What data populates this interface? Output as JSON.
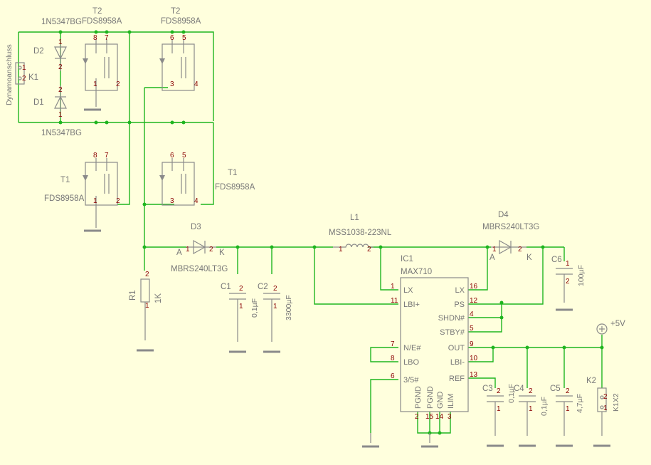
{
  "components": {
    "d2": {
      "ref": "D2",
      "value": "1N5347BG",
      "pin1": "1",
      "pin2": "2"
    },
    "d1": {
      "ref": "D1",
      "value": "1N5347BG",
      "pin1": "1",
      "pin2": "2"
    },
    "k1": {
      "ref": "K1",
      "value": "Dynamoanschluss",
      "pin1": "1",
      "pin2": "2"
    },
    "t2a": {
      "ref": "T2",
      "value": "FDS8958A",
      "pins": [
        "8",
        "7",
        "1",
        "2"
      ]
    },
    "t2b": {
      "ref": "T2",
      "value": "FDS8958A",
      "pins": [
        "6",
        "5",
        "3",
        "4"
      ]
    },
    "t1a": {
      "ref": "T1",
      "value": "FDS8958A",
      "pins": [
        "8",
        "7",
        "1",
        "2"
      ]
    },
    "t1b": {
      "ref": "T1",
      "value": "FDS8958A",
      "pins": [
        "6",
        "5",
        "3",
        "4"
      ]
    },
    "d3": {
      "ref": "D3",
      "value": "MBRS240LT3G",
      "anode": "A",
      "cathode": "K",
      "pin1": "1",
      "pin2": "2"
    },
    "d4": {
      "ref": "D4",
      "value": "MBRS240LT3G",
      "anode": "A",
      "cathode": "K",
      "pin1": "1",
      "pin2": "2"
    },
    "r1": {
      "ref": "R1",
      "value": "1K",
      "pin1": "1",
      "pin2": "2"
    },
    "c1": {
      "ref": "C1",
      "value": "0,1µF",
      "pin1": "1",
      "pin2": "2"
    },
    "c2": {
      "ref": "C2",
      "value": "3300µF",
      "pin1": "1",
      "pin2": "2"
    },
    "l1": {
      "ref": "L1",
      "value": "MSS1038-223NL",
      "pin1": "1",
      "pin2": "2"
    },
    "c6": {
      "ref": "C6",
      "value": "100µF",
      "pin1": "1",
      "pin2": "2"
    },
    "c3": {
      "ref": "C3",
      "value": "0,1µF",
      "pin1": "1",
      "pin2": "2"
    },
    "c4": {
      "ref": "C4",
      "value": "0,1µF",
      "pin1": "1",
      "pin2": "2"
    },
    "c5": {
      "ref": "C5",
      "value": "4,7µF",
      "pin1": "1",
      "pin2": "2"
    },
    "k2": {
      "ref": "K2",
      "value": "K1X2",
      "pin1": "1",
      "pin2": "2"
    }
  },
  "ic1": {
    "ref": "IC1",
    "value": "MAX710",
    "left_pins": [
      {
        "name": "LX",
        "num": "1"
      },
      {
        "name": "LBI+",
        "num": "11"
      },
      {
        "name": "N/E#",
        "num": "7"
      },
      {
        "name": "LBO",
        "num": "8"
      },
      {
        "name": "3/5#",
        "num": "6"
      }
    ],
    "right_pins": [
      {
        "name": "LX",
        "num": "16"
      },
      {
        "name": "PS",
        "num": "12"
      },
      {
        "name": "SHDN#",
        "num": "4"
      },
      {
        "name": "STBY#",
        "num": "5"
      },
      {
        "name": "OUT",
        "num": "9"
      },
      {
        "name": "LBI-",
        "num": "10"
      },
      {
        "name": "REF",
        "num": "13"
      }
    ],
    "bottom_pins": [
      {
        "name": "PGND",
        "num": "2"
      },
      {
        "name": "PGND",
        "num": "15"
      },
      {
        "name": "GND",
        "num": "14"
      },
      {
        "name": "ILIM",
        "num": "3"
      }
    ]
  },
  "supply": {
    "label": "+5V"
  }
}
